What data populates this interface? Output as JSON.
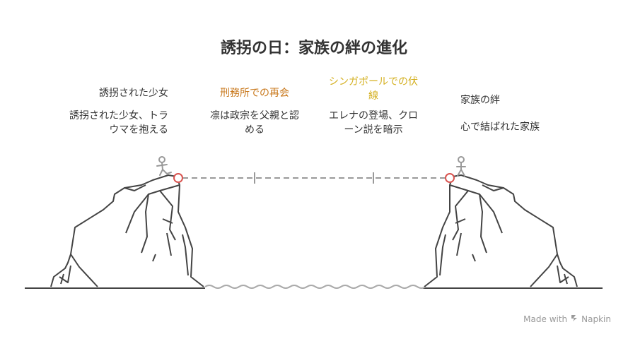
{
  "title": "誘拐の日：家族の絆の進化",
  "steps": [
    {
      "title": "誘拐された少女",
      "desc": "誘拐された少女、トラ\nウマを抱える",
      "color": "#333333"
    },
    {
      "title": "刑務所での再会",
      "desc": "凛は政宗を父親と認\nめる",
      "color": "#c8771a"
    },
    {
      "title": "シンガポールでの伏\n線",
      "desc": "エレナの登場、クロ\nーン説を暗示",
      "color": "#d4b020"
    },
    {
      "title": "家族の絆",
      "desc": "心で結ばれた家族",
      "color": "#333333"
    }
  ],
  "footer": {
    "made_with": "Made with",
    "brand": "Napkin"
  },
  "colors": {
    "line": "#444444",
    "dashed": "#999999",
    "endpoint": "#d9534f",
    "water": "#aaaaaa"
  }
}
